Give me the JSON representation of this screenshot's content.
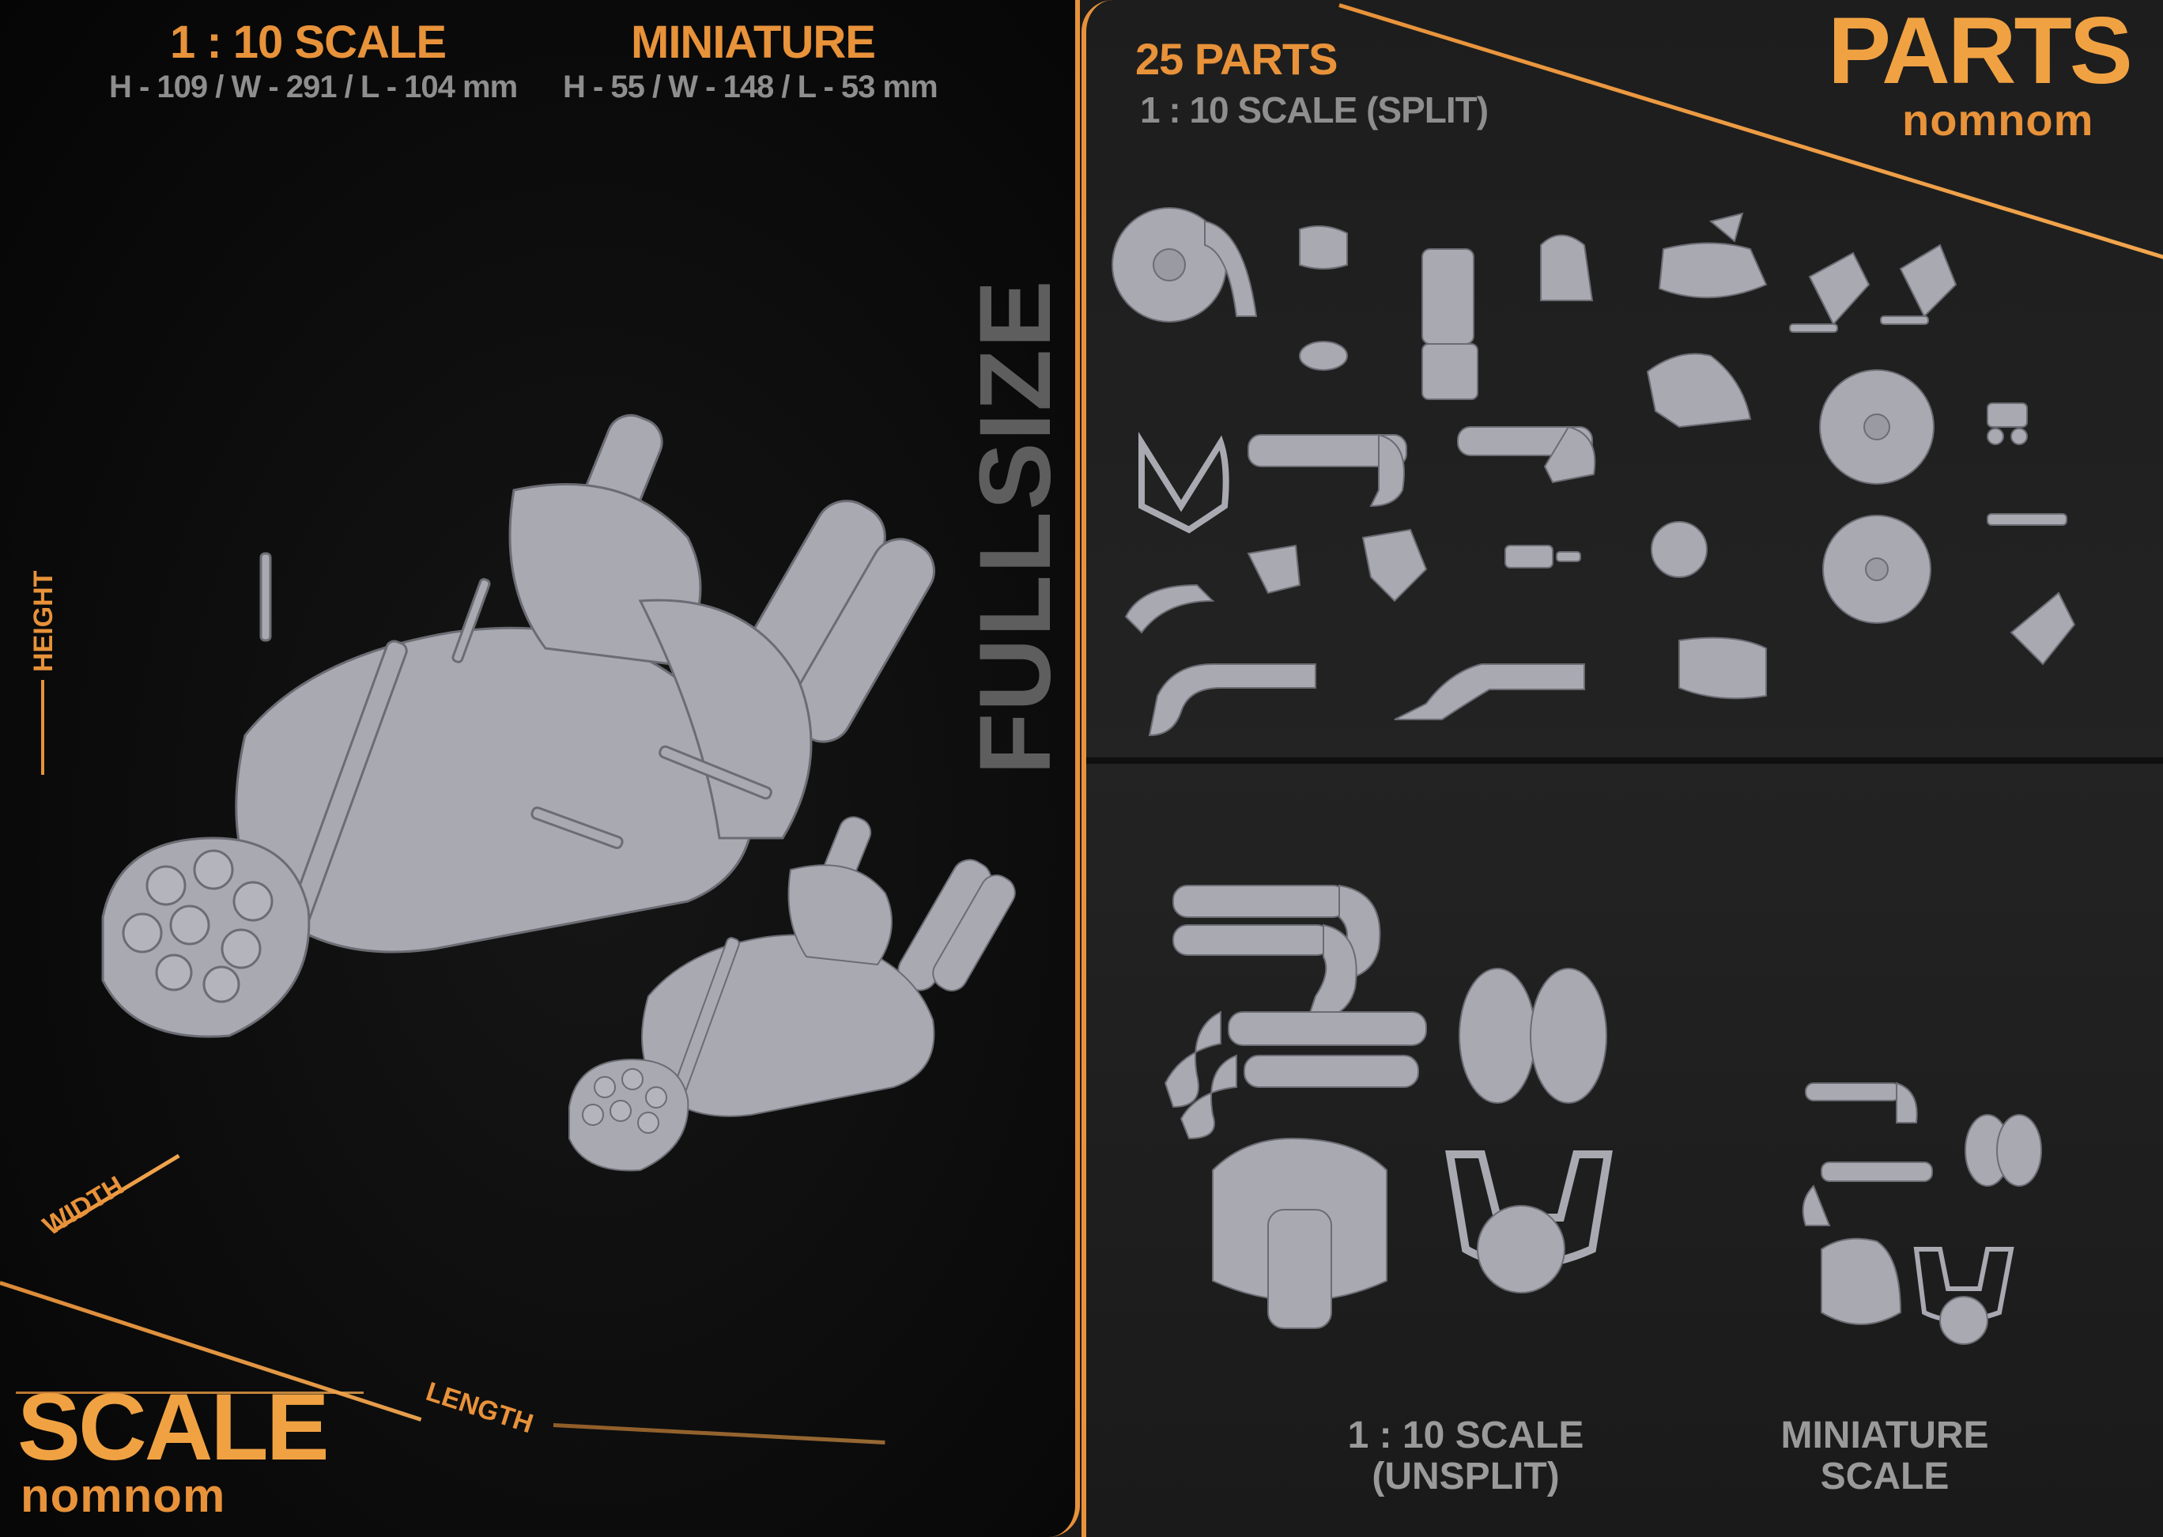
{
  "left": {
    "fullscale": {
      "title": "1 : 10 SCALE",
      "dims": "H - 109 / W - 291 / L - 104 mm"
    },
    "miniature": {
      "title": "MINIATURE",
      "dims": "H - 55 / W - 148 / L - 53 mm"
    },
    "vertical_label": "FULLSIZE",
    "axis_labels": {
      "height": "HEIGHT",
      "width": "WIDTH",
      "length": "LENGTH"
    },
    "brand": {
      "title": "SCALE",
      "subtitle": "nomnom"
    }
  },
  "right": {
    "parts_count": "25 PARTS",
    "parts_scale": "1 : 10 SCALE (SPLIT)",
    "brand": {
      "title": "PARTS",
      "subtitle": "nomnom"
    },
    "captions": {
      "unsplit_line1": "1 : 10 SCALE",
      "unsplit_line2": "(UNSPLIT)",
      "mini_line1": "MINIATURE",
      "mini_line2": "SCALE"
    }
  },
  "colors": {
    "accent": "#e8923a",
    "model": "#a9a9b2",
    "text_grey": "#8e8e8e"
  }
}
